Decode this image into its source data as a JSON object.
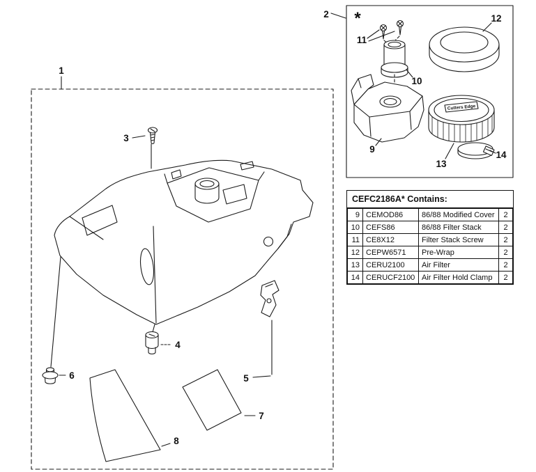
{
  "callouts": {
    "n1": "1",
    "n2": "2",
    "n3": "3",
    "n4": "4",
    "n5": "5",
    "n6": "6",
    "n7": "7",
    "n8": "8",
    "n9": "9",
    "n10": "10",
    "n11": "11",
    "n12": "12",
    "n13": "13",
    "n14": "14"
  },
  "kit_diagram": {
    "asterisk": "*",
    "filter_brand": "Cutters Edge"
  },
  "parts_table": {
    "title": "CEFC2186A* Contains:",
    "rows": [
      {
        "ref": "9",
        "part": "CEMOD86",
        "desc": "86/88 Modified Cover",
        "qty": "2"
      },
      {
        "ref": "10",
        "part": "CEFS86",
        "desc": "86/88 Filter Stack",
        "qty": "2"
      },
      {
        "ref": "11",
        "part": "CE8X12",
        "desc": "Filter Stack Screw",
        "qty": "2"
      },
      {
        "ref": "12",
        "part": "CEPW6571",
        "desc": "Pre-Wrap",
        "qty": "2"
      },
      {
        "ref": "13",
        "part": "CERU2100",
        "desc": "Air Filter",
        "qty": "2"
      },
      {
        "ref": "14",
        "part": "CERUCF2100",
        "desc": "Air Filter Hold Clamp",
        "qty": "2"
      }
    ]
  }
}
